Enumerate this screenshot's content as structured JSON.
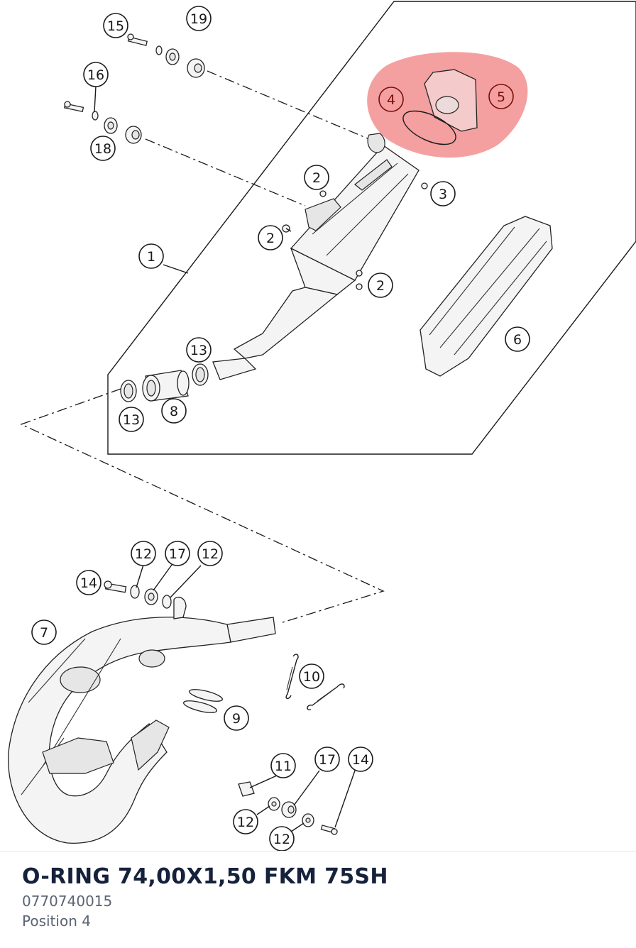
{
  "diagram": {
    "callouts": [
      {
        "id": "c15",
        "label": "15"
      },
      {
        "id": "c19",
        "label": "19"
      },
      {
        "id": "c16",
        "label": "16"
      },
      {
        "id": "c18",
        "label": "18"
      },
      {
        "id": "c4",
        "label": "4",
        "highlighted": true
      },
      {
        "id": "c5",
        "label": "5",
        "highlighted": true
      },
      {
        "id": "c2a",
        "label": "2"
      },
      {
        "id": "c3",
        "label": "3"
      },
      {
        "id": "c2b",
        "label": "2"
      },
      {
        "id": "c1",
        "label": "1"
      },
      {
        "id": "c2c",
        "label": "2"
      },
      {
        "id": "c6",
        "label": "6"
      },
      {
        "id": "c13a",
        "label": "13"
      },
      {
        "id": "c8",
        "label": "8"
      },
      {
        "id": "c13b",
        "label": "13"
      },
      {
        "id": "c12a",
        "label": "12"
      },
      {
        "id": "c17a",
        "label": "17"
      },
      {
        "id": "c12b",
        "label": "12"
      },
      {
        "id": "c14a",
        "label": "14"
      },
      {
        "id": "c7",
        "label": "7"
      },
      {
        "id": "c10",
        "label": "10"
      },
      {
        "id": "c9",
        "label": "9"
      },
      {
        "id": "c11",
        "label": "11"
      },
      {
        "id": "c17b",
        "label": "17"
      },
      {
        "id": "c14b",
        "label": "14"
      },
      {
        "id": "c12c",
        "label": "12"
      },
      {
        "id": "c12d",
        "label": "12"
      }
    ],
    "highlight_color": "#f08080"
  },
  "part": {
    "title": "O-RING 74,00X1,50 FKM 75SH",
    "number": "0770740015",
    "position": "Position 4"
  }
}
